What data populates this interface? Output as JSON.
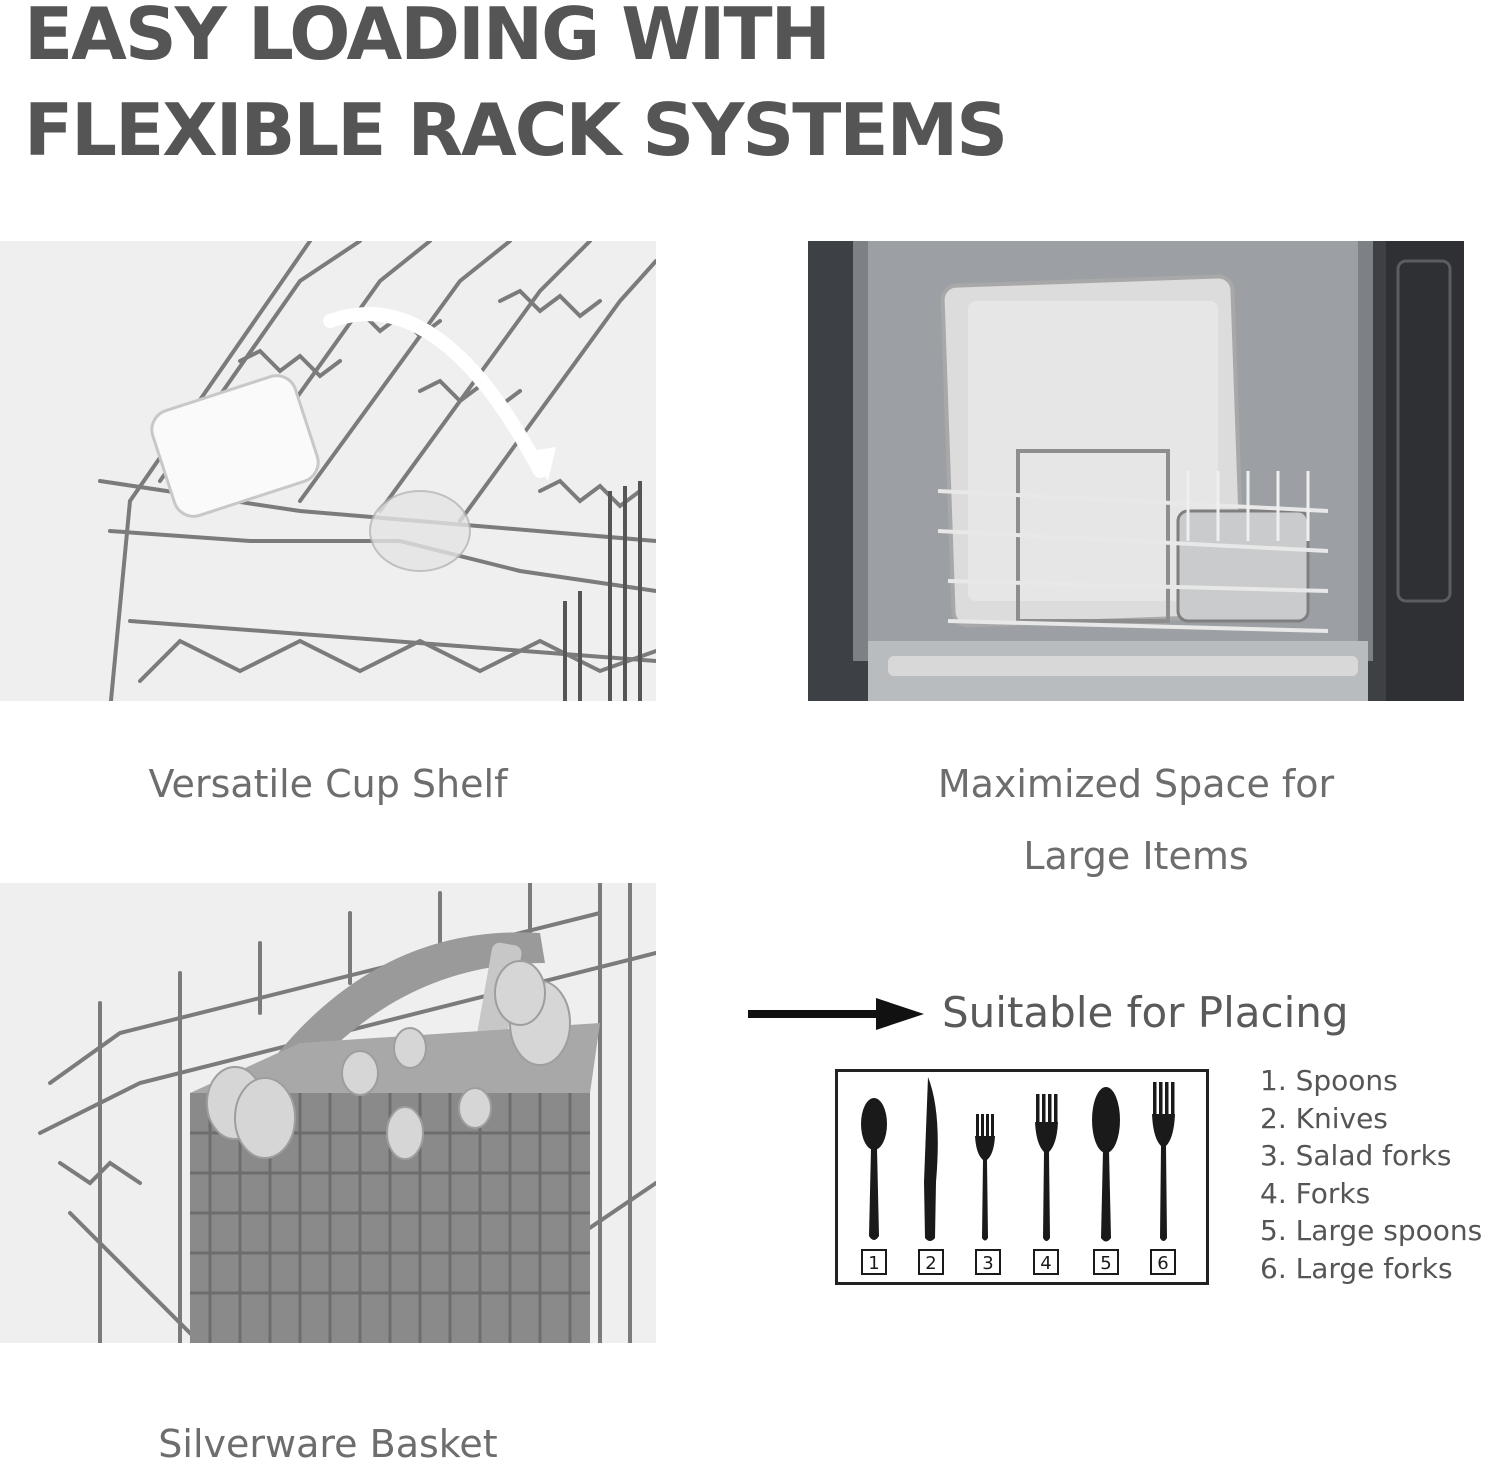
{
  "heading": {
    "line1": "EASY LOADING WITH",
    "line2": "FLEXIBLE RACK SYSTEMS"
  },
  "features": [
    {
      "caption": "Versatile Cup Shelf",
      "image": "cup-shelf-photo"
    },
    {
      "caption_line1": "Maximized Space for",
      "caption_line2": "Large Items",
      "image": "dishwasher-interior-photo"
    },
    {
      "caption": "Silverware Basket",
      "image": "silverware-basket-photo"
    }
  ],
  "placing": {
    "title": "Suitable for Placing",
    "icons": [
      "spoon-icon",
      "knife-icon",
      "salad-fork-icon",
      "fork-icon",
      "large-spoon-icon",
      "large-fork-icon"
    ],
    "slot_numbers": [
      "1",
      "2",
      "3",
      "4",
      "5",
      "6"
    ],
    "legend": [
      "1. Spoons",
      "2. Knives",
      "3. Salad forks",
      "4. Forks",
      "5. Large spoons",
      "6. Large forks"
    ]
  }
}
